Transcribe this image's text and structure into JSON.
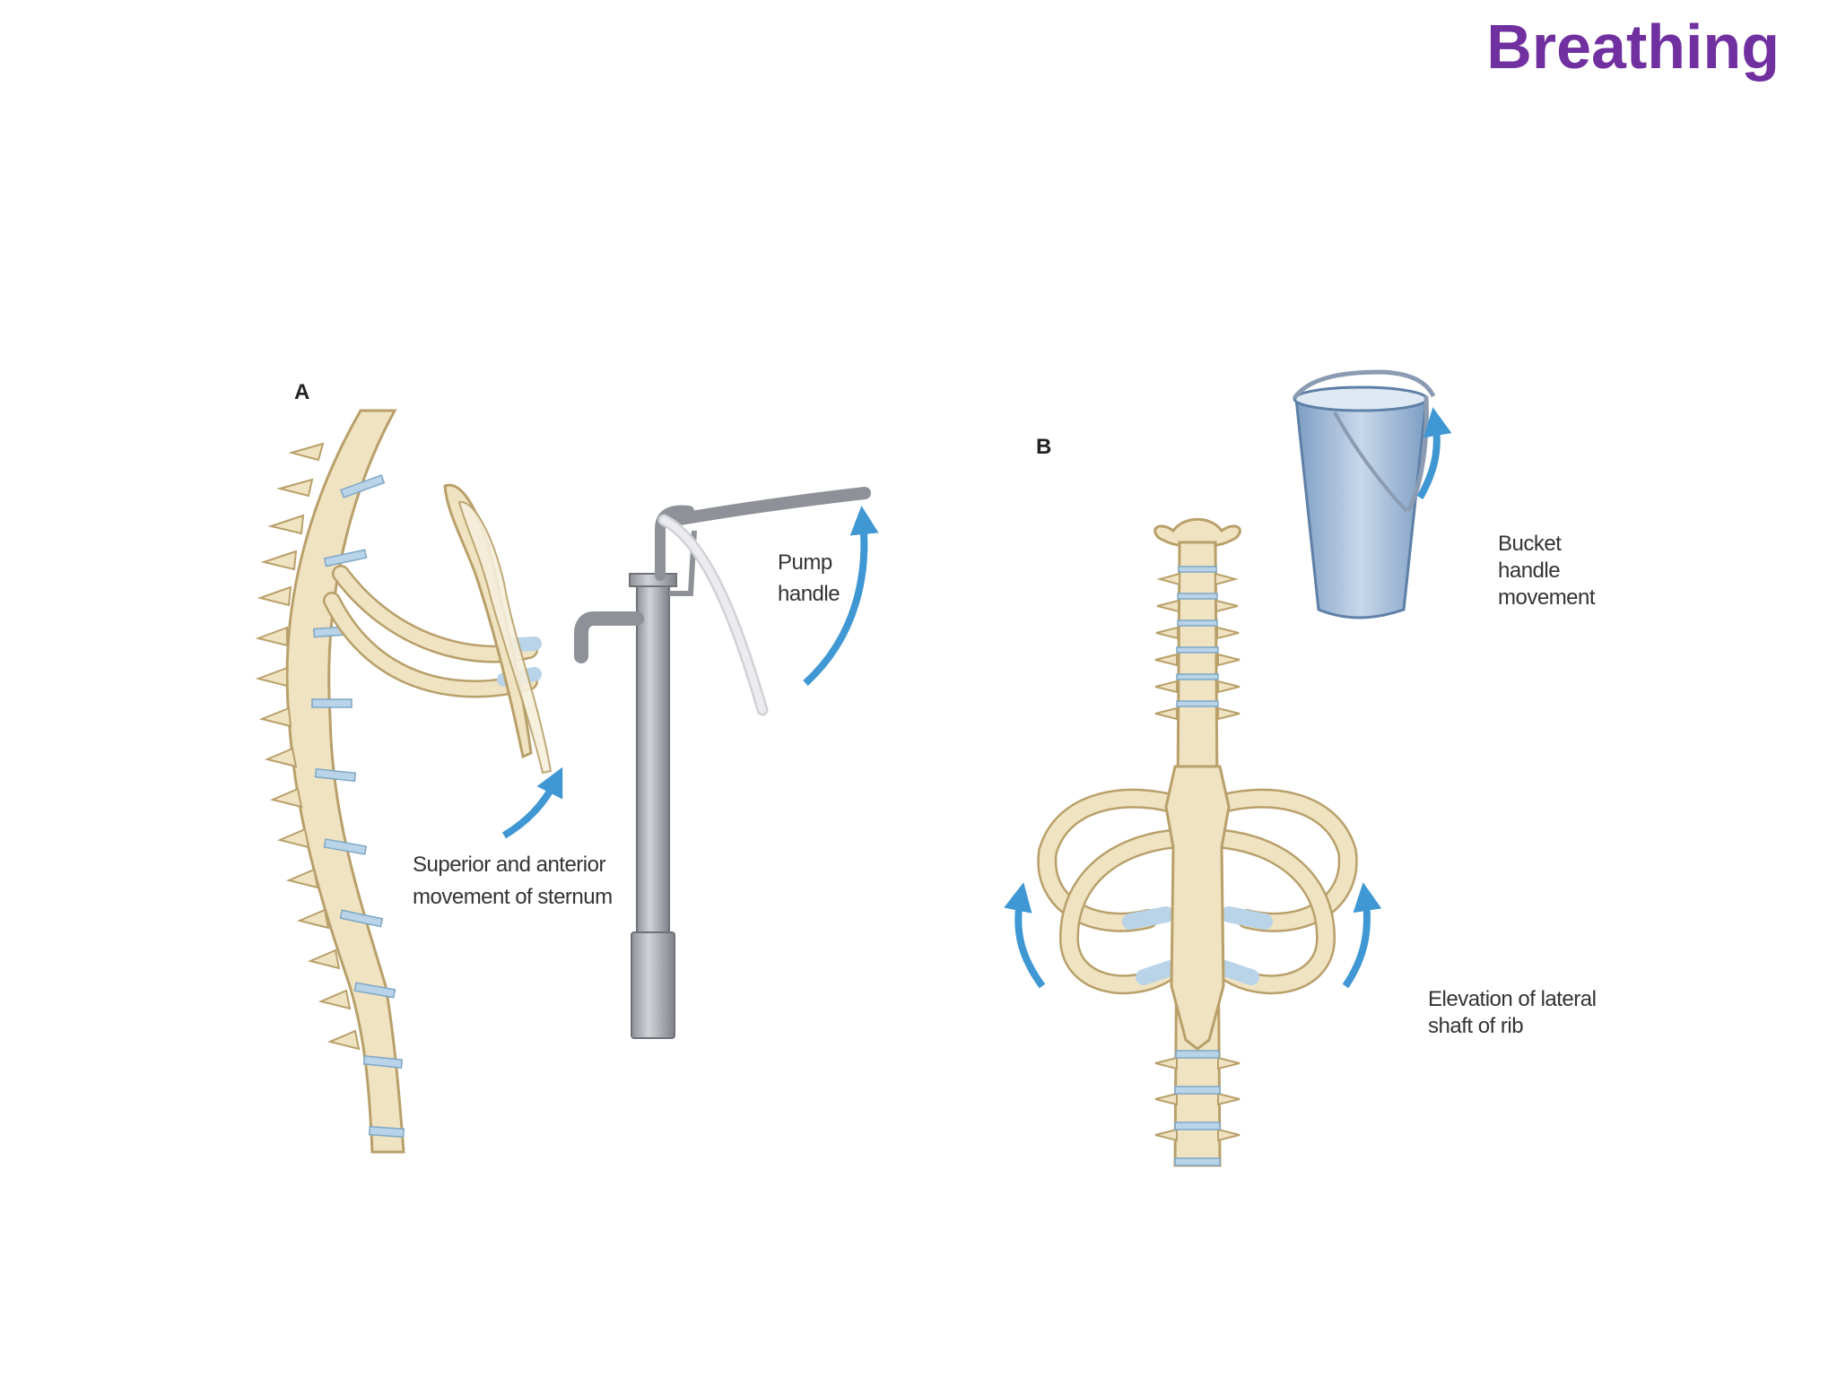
{
  "title": "Breathing",
  "panel_a": {
    "letter": "A",
    "pump_label_line1": "Pump",
    "pump_label_line2": "handle",
    "sternum_label_line1": "Superior and anterior",
    "sternum_label_line2": "movement of sternum"
  },
  "panel_b": {
    "letter": "B",
    "bucket_label_line1": "Bucket",
    "bucket_label_line2": "handle",
    "bucket_label_line3": "movement",
    "rib_label_line1": "Elevation of lateral",
    "rib_label_line2": "shaft of rib"
  },
  "colors": {
    "title": "#7030a0",
    "bone": "#efe3c2",
    "bone_outline": "#b9a06a",
    "cartilage": "#b9d3e8",
    "arrow": "#3f97d3",
    "pump_metal": "#a6aab0",
    "bucket": "#9db8d6"
  }
}
